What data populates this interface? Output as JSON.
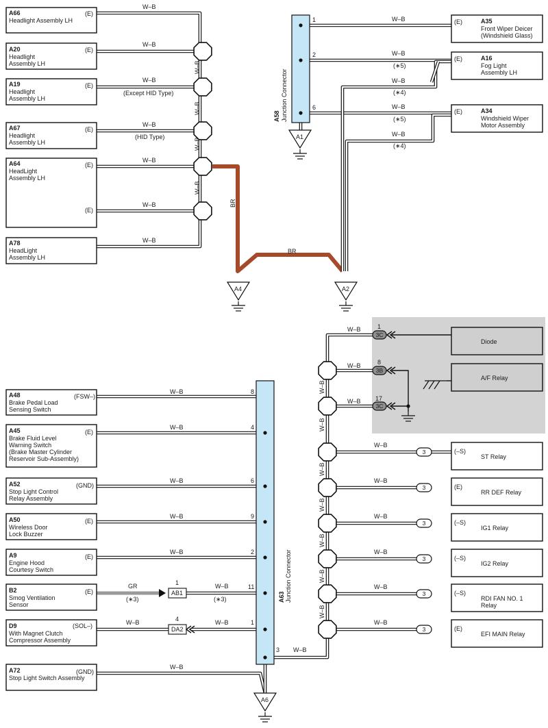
{
  "colors": {
    "wire_wb": "#ffffff",
    "wire_br": "#a64a29",
    "wire_gr": "#9a9a9a",
    "junction_fill": "#c5e6f7",
    "shade": "#d3d3d3"
  },
  "top_left": [
    {
      "code": "A66",
      "name": [
        "Headlight Assembly LH"
      ],
      "term": "(E)",
      "wire": "W–B",
      "note": ""
    },
    {
      "code": "A20",
      "name": [
        "Headlight",
        "Assembly LH"
      ],
      "term": "(E)",
      "wire": "W–B",
      "note": ""
    },
    {
      "code": "A19",
      "name": [
        "Headlight",
        "Assembly LH"
      ],
      "term": "(E)",
      "wire": "W–B",
      "note": "(Except HID Type)"
    },
    {
      "code": "A67",
      "name": [
        "Headlight",
        "Assembly LH"
      ],
      "term": "(E)",
      "wire": "W–B",
      "note": "(HID Type)"
    },
    {
      "code": "A64",
      "name": [
        "HeadLight",
        "Assembly LH"
      ],
      "term": "(E)",
      "term2": "(E)",
      "wire": "W–B",
      "wire2": "W–B",
      "note": ""
    },
    {
      "code": "A78",
      "name": [
        "HeadLight",
        "Assembly LH"
      ],
      "term": "",
      "wire": "W–B",
      "note": ""
    }
  ],
  "top_vertical_wire": "W–B",
  "br_wire": "BR",
  "junction_top": {
    "code": "A58",
    "name": "Junction Connector",
    "pins": [
      "1",
      "2",
      "6"
    ]
  },
  "top_right": [
    {
      "code": "A35",
      "name": [
        "Front Wiper Deicer",
        "(Windshield Glass)"
      ],
      "term": "(E)",
      "wire": "W–B",
      "note": ""
    },
    {
      "code": "A16",
      "name": [
        "Fog Light",
        "Assembly LH"
      ],
      "term": "(E)",
      "wire": "W–B",
      "note": "(∗5)",
      "wire2": "W–B",
      "note2": "(∗4)"
    },
    {
      "code": "A34",
      "name": [
        "Windshield Wiper",
        "Motor Assembly"
      ],
      "term": "(E)",
      "wire": "W–B",
      "note": "(∗5)",
      "wire2": "W–B",
      "note2": "(∗4)"
    }
  ],
  "grounds": [
    "A1",
    "A4",
    "A2",
    "A6"
  ],
  "diode_block": {
    "rows": [
      {
        "pin": "1",
        "conn": "3C",
        "wire": "W–B",
        "label": "Diode"
      },
      {
        "pin": "8",
        "conn": "3B",
        "wire": "W–B",
        "label": "A/F Relay"
      },
      {
        "pin": "17",
        "conn": "3C",
        "wire": "W–B",
        "label": ""
      }
    ]
  },
  "relays": [
    {
      "pin": "3",
      "term": "(–S)",
      "label": [
        "ST Relay"
      ],
      "wire": "W–B"
    },
    {
      "pin": "3",
      "term": "(E)",
      "label": [
        "RR DEF Relay"
      ],
      "wire": "W–B"
    },
    {
      "pin": "3",
      "term": "(–S)",
      "label": [
        "IG1 Relay"
      ],
      "wire": "W–B"
    },
    {
      "pin": "3",
      "term": "(–S)",
      "label": [
        "IG2 Relay"
      ],
      "wire": "W–B"
    },
    {
      "pin": "3",
      "term": "(–S)",
      "label": [
        "RDI FAN NO. 1",
        "Relay"
      ],
      "wire": "W–B"
    },
    {
      "pin": "3",
      "term": "(E)",
      "label": [
        "EFI MAIN Relay"
      ],
      "wire": "W–B"
    }
  ],
  "right_vertical_wire": "W–B",
  "junction_bottom": {
    "code": "A63",
    "name": "Junction Connector",
    "pin_bottom": "3",
    "bottom_wire": "W–B"
  },
  "bottom_left": [
    {
      "code": "A48",
      "name": [
        "Brake Pedal Load",
        "Sensing Switch"
      ],
      "term": "(FSW–)",
      "wire": "W–B",
      "pin": "8"
    },
    {
      "code": "A45",
      "name": [
        "Brake Fluid Level",
        "Warning Switch",
        "(Brake Master Cylinder",
        " Reservoir Sub-Assembly)"
      ],
      "term": "(E)",
      "wire": "W–B",
      "pin": "4"
    },
    {
      "code": "A52",
      "name": [
        "Stop Light Control",
        "Relay Assembly"
      ],
      "term": "(GND)",
      "wire": "W–B",
      "pin": "6"
    },
    {
      "code": "A50",
      "name": [
        "Wireless Door",
        "Lock Buzzer"
      ],
      "term": "(E)",
      "wire": "W–B",
      "pin": "9"
    },
    {
      "code": "A9",
      "name": [
        "Engine Hood",
        "Courtesy Switch"
      ],
      "term": "(E)",
      "wire": "W–B",
      "pin": "2"
    },
    {
      "code": "B2",
      "name": [
        "Smog Ventilation",
        "Sensor"
      ],
      "term": "(E)",
      "wire": "GR",
      "note": "(∗3)",
      "conn": "AB1",
      "conn_pin": "1",
      "wire2": "W–B",
      "note2": "(∗3)",
      "pin": "11"
    },
    {
      "code": "D9",
      "name": [
        "With Magnet Clutch",
        "Compressor Assembly"
      ],
      "term": "(SOL–)",
      "wire": "W–B",
      "conn": "DA2",
      "conn_pin": "4",
      "wire2": "W–B",
      "pin": "1"
    },
    {
      "code": "A72",
      "name": [
        "Stop Light Switch Assembly"
      ],
      "term": "(GND)",
      "wire": "W–B"
    }
  ]
}
